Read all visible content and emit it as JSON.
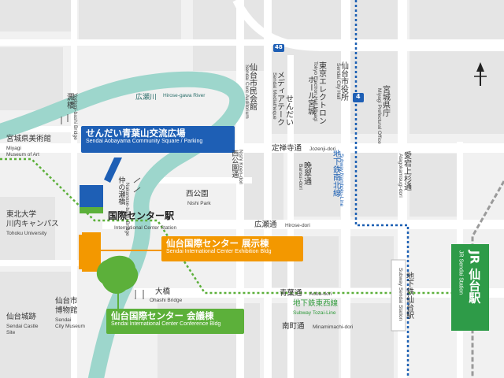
{
  "colors": {
    "river": "#9dd6cc",
    "road": "#ffffff",
    "block": "#e4e4e4",
    "blue": "#1e5fb5",
    "orange": "#f39800",
    "green": "#5cb03a",
    "line_blue": "#1b5fb3",
    "line_green": "#5cb03a",
    "jr_green": "#2e9b48"
  },
  "callouts": {
    "aobayama": {
      "ja": "せんだい青葉山交流広場",
      "en": "Sendai Aobayama Community Square / Parking"
    },
    "exhibition": {
      "ja": "仙台国際センター 展示棟",
      "en": "Sendai International Center Exhibition Bldg"
    },
    "conference": {
      "ja": "仙台国際センター 会議棟",
      "en": "Sendai International Center Conference Bldg"
    }
  },
  "station": {
    "ja": "国際センター駅",
    "en": "International Center Station"
  },
  "river": {
    "ja": "広瀬川",
    "en": "Hirose-gawa River"
  },
  "route_shield": "48",
  "route_4": "4",
  "labels": {
    "miyagi_museum": {
      "ja": "宮城県美術館",
      "en1": "Miyagi",
      "en2": "Museum of Art"
    },
    "tohoku_univ": {
      "ja1": "東北大学",
      "ja2": "川内キャンパス",
      "en": "Tohoku University"
    },
    "nishi_park": {
      "ja": "西公園",
      "en": "Nishi Park"
    },
    "city_museum": {
      "ja1": "仙台市",
      "ja2": "博物館",
      "en1": "Sendai",
      "en2": "City Museum"
    },
    "castle_site": {
      "ja": "仙台城跡",
      "en1": "Sendai Castle",
      "en2": "Site"
    },
    "ohashi": {
      "ja": "大橋",
      "en": "Ohashi Bridge"
    },
    "jozenji": {
      "ja": "定禅寺通",
      "en": "Jozenji-dori"
    },
    "hirose_dori": {
      "ja": "広瀬通",
      "en": "Hirose-dori"
    },
    "aoba_dori": {
      "ja": "青葉通",
      "en": "Aoba-dori"
    },
    "minamimachi": {
      "ja": "南町通",
      "en": "Minamimachi-dori"
    },
    "tozai_line": {
      "ja": "地下鉄東西線",
      "en": "Subway Tozai-Line"
    }
  },
  "vertical_labels": {
    "yodomi": {
      "ja": "澱橋",
      "en": "Yodomi-bashi Bridge"
    },
    "nakanose": {
      "ja": "仲の瀬橋",
      "en": "Nakanose-bashi Bridge"
    },
    "civic_aud": {
      "ja": "仙台市民会館",
      "en": "Sendai Civic Auditorium"
    },
    "mediatheque": {
      "ja": "メディアテーク",
      "ja_prefix": "せんだい",
      "en": "Sendai Mediatheque"
    },
    "nishi_dori": {
      "ja": "西公園通",
      "en": "Nishi Koen-dori"
    },
    "bansui": {
      "ja": "晩翠通",
      "en": "Bansui-dori"
    },
    "tokyo_electron": {
      "ja1": "東京エレクトロン",
      "ja2": "ホール宮城",
      "en": "Tokyo Electron Hall Miyagi"
    },
    "city_hall": {
      "ja": "仙台市役所",
      "en": "Sendai City Hall"
    },
    "namboku": {
      "ja": "地下鉄南北線",
      "en": "Subway Namboku-Line"
    },
    "pref_office": {
      "ja": "宮城県庁",
      "en": "Miyagi Prefectural Office"
    },
    "atagokamisugi": {
      "ja": "愛宕上杉通",
      "en": "Atagokamisugi-dori"
    },
    "subway_sendai": {
      "ja": "地下鉄仙台駅",
      "en": "Subway Sendai Station"
    }
  },
  "jr": {
    "ja": "JR 仙台駅",
    "en": "JR Sendai Station"
  }
}
